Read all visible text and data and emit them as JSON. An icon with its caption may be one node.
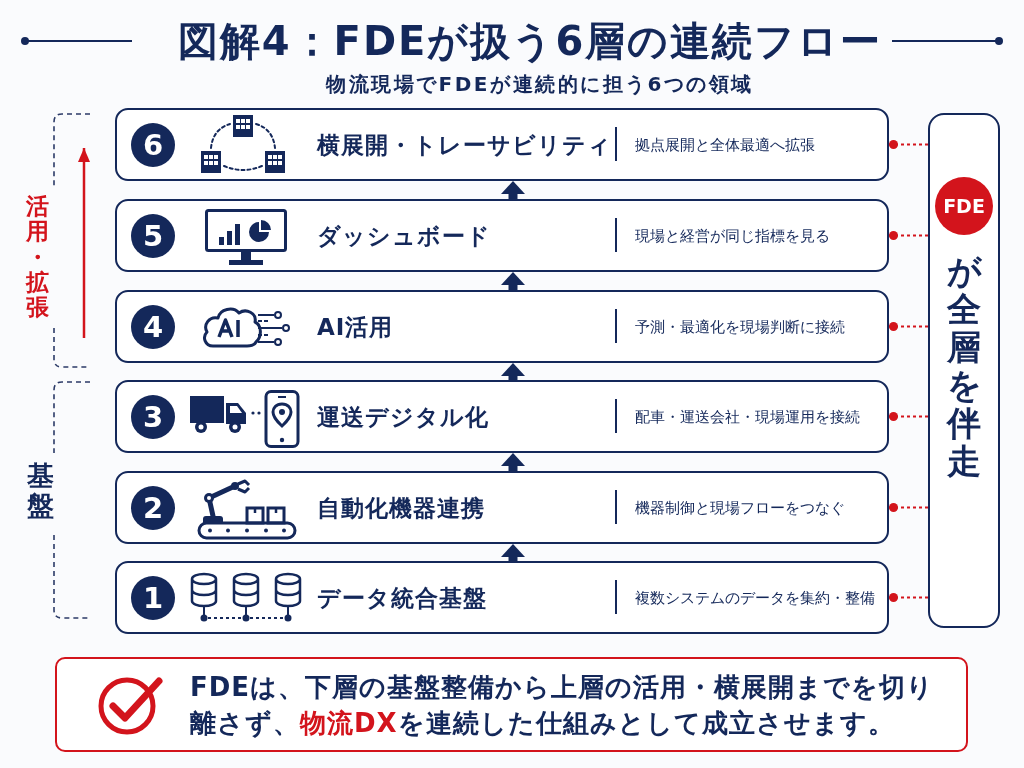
{
  "diagram": {
    "title": "図解4：FDEが扱う6層の連続フロー",
    "nodes": [
      {
        "text": [
          "横展開・トレーサビリティ",
          "拠点展開と全体最適へ拡張"
        ]
      },
      {
        "text": [
          "6"
        ],
        "in": 0
      },
      {
        "text": [
          "ダッシュボード",
          "現場と経営が同じ指標を見る"
        ]
      },
      {
        "text": [
          "5"
        ],
        "in": 2
      },
      {
        "text": [
          "AI活用",
          "予測・最適化を現場判断に接続"
        ]
      },
      {
        "text": [
          "4"
        ],
        "in": 4
      },
      {
        "text": [
          "運送デジタル化",
          "配車・運送会社・現場運用を接続"
        ]
      },
      {
        "text": [
          "3"
        ],
        "in": 6
      },
      {
        "text": [
          "自動化機器連携",
          "機器制御と現場フローをつなぐ"
        ]
      },
      {
        "text": [
          "2"
        ],
        "in": 8
      },
      {
        "text": [
          "データ統合基盤",
          "複数システムのデータを集約・整備"
        ]
      },
      {
        "text": [
          "1"
        ],
        "in": 10
      },
      {
        "text": [
          "が全層を伴走"
        ]
      },
      {
        "text": [
          "FDE"
        ],
        "in": 12
      },
      {
        "text": [
          "FDEは、下層の基盤整備から上層の活用・横展開までを切り離さず、**物流DX**を連続した仕組みとして成立させます。"
        ]
      }
    ],
    "edges": [
      {
        "from": 2,
        "to": 0,
        "arrow": "to",
        "color": "#14285a"
      },
      {
        "from": 4,
        "to": 2,
        "arrow": "to",
        "color": "#14285a"
      },
      {
        "from": 6,
        "to": 4,
        "arrow": "to",
        "color": "#14285a"
      },
      {
        "from": 8,
        "to": 6,
        "arrow": "to",
        "color": "#14285a"
      },
      {
        "from": 10,
        "to": 8,
        "arrow": "to",
        "color": "#14285a"
      },
      {
        "from": 12,
        "to": 0,
        "arrow": "other",
        "style": "dashed",
        "color": "#d3141c"
      },
      {
        "from": 12,
        "to": 2,
        "arrow": "other",
        "style": "dashed",
        "color": "#d3141c"
      },
      {
        "from": 12,
        "to": 4,
        "arrow": "other",
        "style": "dashed",
        "color": "#d3141c"
      },
      {
        "from": 12,
        "to": 6,
        "arrow": "other",
        "style": "dashed",
        "color": "#d3141c"
      },
      {
        "from": 12,
        "to": 8,
        "arrow": "other",
        "style": "dashed",
        "color": "#d3141c"
      },
      {
        "from": 12,
        "to": 10,
        "arrow": "other",
        "style": "dashed",
        "color": "#d3141c"
      }
    ],
    "labels": [
      "物流現場でFDEが連続的に担う6つの領域",
      "活用・拡張",
      "基盤"
    ]
  }
}
